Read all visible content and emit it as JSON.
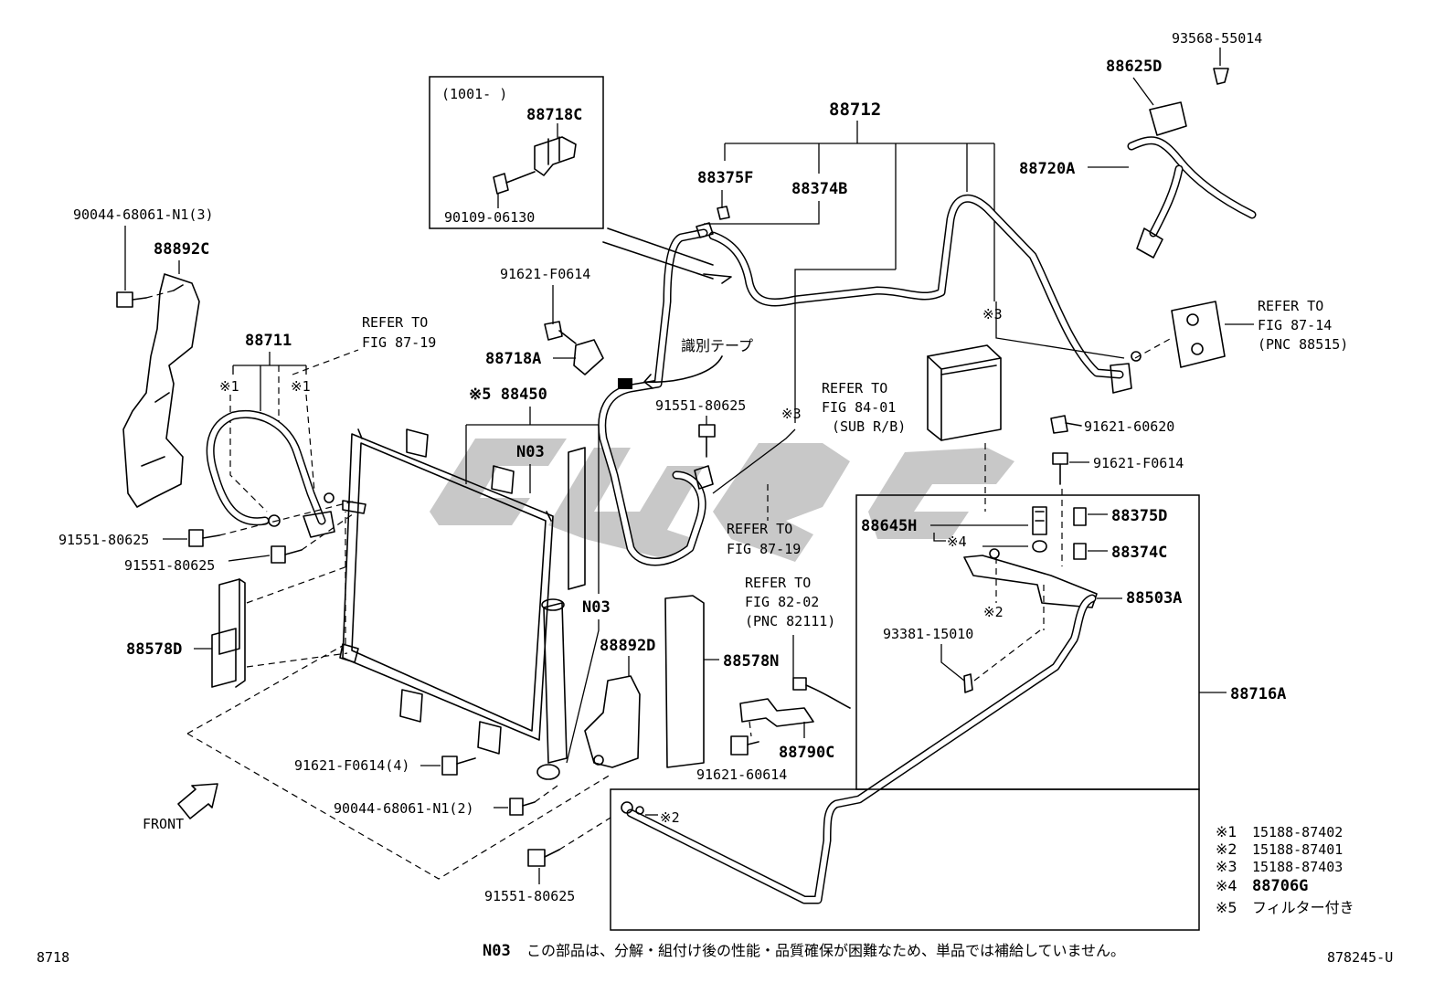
{
  "diagram_id": "8718",
  "drawing_no": "878245-U",
  "front_label": "FRONT",
  "inset": {
    "range": "(1001-     )",
    "part_a": "88718C",
    "part_b": "90109-06130"
  },
  "labels": {
    "l_88712": "88712",
    "l_88375F": "88375F",
    "l_88374B": "88374B",
    "l_93568": "93568-55014",
    "l_88625D": "88625D",
    "l_88720A": "88720A",
    "l_90044_3": "90044-68061-N1(3)",
    "l_88892C": "88892C",
    "l_91621_F0614_top": "91621-F0614",
    "l_88718A": "88718A",
    "l_88711": "88711",
    "l_x1a": "※1",
    "l_x1b": "※1",
    "l_x5_88450": "※5 88450",
    "l_N03_a": "N03",
    "l_N03_b": "N03",
    "l_91551_mid": "91551-80625",
    "l_x3_a": "※3",
    "l_x3_b": "※3",
    "l_91621_60620": "91621-60620",
    "l_91621_F0614_right": "91621-F0614",
    "l_88645H": "88645H",
    "l_x4": "※4",
    "l_88375D": "88375D",
    "l_88374C": "88374C",
    "l_x2_a": "※2",
    "l_88503A": "88503A",
    "l_93381": "93381-15010",
    "l_88716A": "88716A",
    "l_91551_left1": "91551-80625",
    "l_91551_left2": "91551-80625",
    "l_88578D": "88578D",
    "l_88892D": "88892D",
    "l_88578N": "88578N",
    "l_88790C": "88790C",
    "l_91621_60614": "91621-60614",
    "l_91621_F0614_4": "91621-F0614(4)",
    "l_90044_2": "90044-68061-N1(2)",
    "l_91551_bottom": "91551-80625",
    "l_x2_b": "※2",
    "l_tape": "識別テープ"
  },
  "refers": {
    "r1": [
      "REFER TO",
      "FIG 87-19"
    ],
    "r2": [
      "REFER TO",
      "FIG 87-14",
      "(PNC 88515)"
    ],
    "r3": [
      "REFER TO",
      "FIG 84-01",
      "(SUB R/B)"
    ],
    "r4": [
      "REFER TO",
      "FIG 87-19"
    ],
    "r5": [
      "REFER TO",
      "FIG 82-02",
      "(PNC 82111)"
    ]
  },
  "legend": [
    {
      "mark": "※1",
      "value": "15188-87402"
    },
    {
      "mark": "※2",
      "value": "15188-87401"
    },
    {
      "mark": "※3",
      "value": "15188-87403"
    },
    {
      "mark": "※4",
      "value": "88706G"
    },
    {
      "mark": "※5",
      "value": "フィルター付き"
    }
  ],
  "note": {
    "code": "N03",
    "text": "この部品は、分解・組付け後の性能・品質確保が困難なため、単品では補給していません。"
  }
}
